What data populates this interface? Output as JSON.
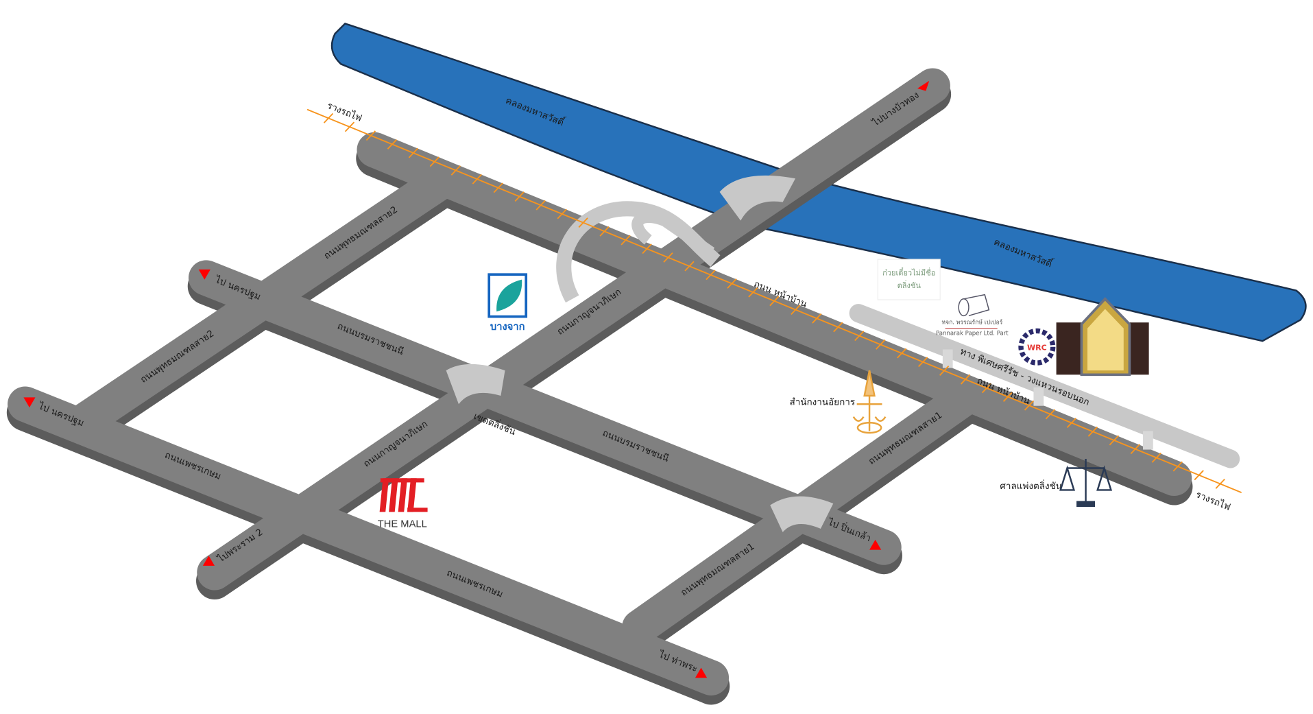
{
  "map": {
    "river_labels": [
      "คลองมหาสวัสดิ์",
      "คลองมหาสวัสดิ์"
    ],
    "railway_labels": [
      "รางรถไฟ",
      "รางรถไฟ"
    ],
    "roads": {
      "main_top": [
        "ถนน หน้าบ้าน",
        "ถนน หน้าบ้าน"
      ],
      "expressway": "ทาง พิเศษศรีรัช - วงแหวนรอบนอก",
      "borommaratchachonnani": [
        "ถนนบรมราชชนนี",
        "ถนนบรมราชชนนี"
      ],
      "phetkasem": [
        "ถนนเพชรเกษม",
        "ถนนเพชรเกษม"
      ],
      "kanchanaphisek": [
        "ถนนกาญจนาภิเษก",
        "ถนนกาญจนาภิเษก"
      ],
      "phutthamonthon2": [
        "ถนนพุทธมณฑลสาย2",
        "ถนนพุทธมณฑลสาย2"
      ],
      "phutthamonthon1": [
        "ถนนพุทธมณฑลสาย1",
        "ถนนพุทธมณฑลสาย1"
      ]
    },
    "directions": {
      "bang_bua_thong": "ไปบางบัวทอง",
      "nakhon_pathom_1": "ไป นครปฐม",
      "nakhon_pathom_2": "ไป นครปฐม",
      "rama2": "ไปพระราม 2",
      "tha_phra": "ไป ท่าพระ",
      "pinklao": "ไป ปิ่นเกล้า"
    },
    "district": "เขตตลิ่งชัน",
    "landmarks": {
      "noodle_shop": [
        "ก๋วยเตี๋ยวไม่มีชื่อ",
        "ตลิ่งชัน"
      ],
      "attorney_office": "สำนักงานอัยการ",
      "civil_court": "ศาลแพ่งตลิ่งชัน",
      "bangchak": "บางจาก",
      "the_mall": "THE MALL",
      "pannarak_th": "หจก. พรรณรักษ์ เปเปอร์",
      "pannarak_en": "Pannarak Paper Ltd. Part",
      "wrc": "WRC"
    },
    "colors": {
      "river": "#2872BA",
      "road": "#808080",
      "road_shadow": "#5c5c5c",
      "bridge": "#c8c8c8",
      "railway": "#F7941D",
      "arrow": "#FF0000"
    }
  }
}
